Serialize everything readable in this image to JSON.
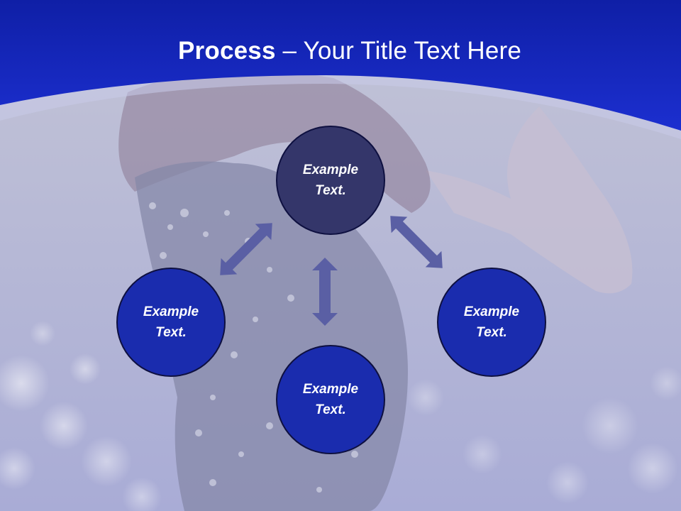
{
  "title": {
    "bold": "Process",
    "dash": " – ",
    "rest": "Your Title Text Here"
  },
  "nodes": {
    "top": "Example Text.",
    "left": "Example Text.",
    "right": "Example Text.",
    "bottom": "Example Text."
  },
  "colors": {
    "header_blue": "#1626c4",
    "node_dark": "#34366a",
    "node_blue": "#1a2cae",
    "arrow": "#5a5fa4"
  }
}
